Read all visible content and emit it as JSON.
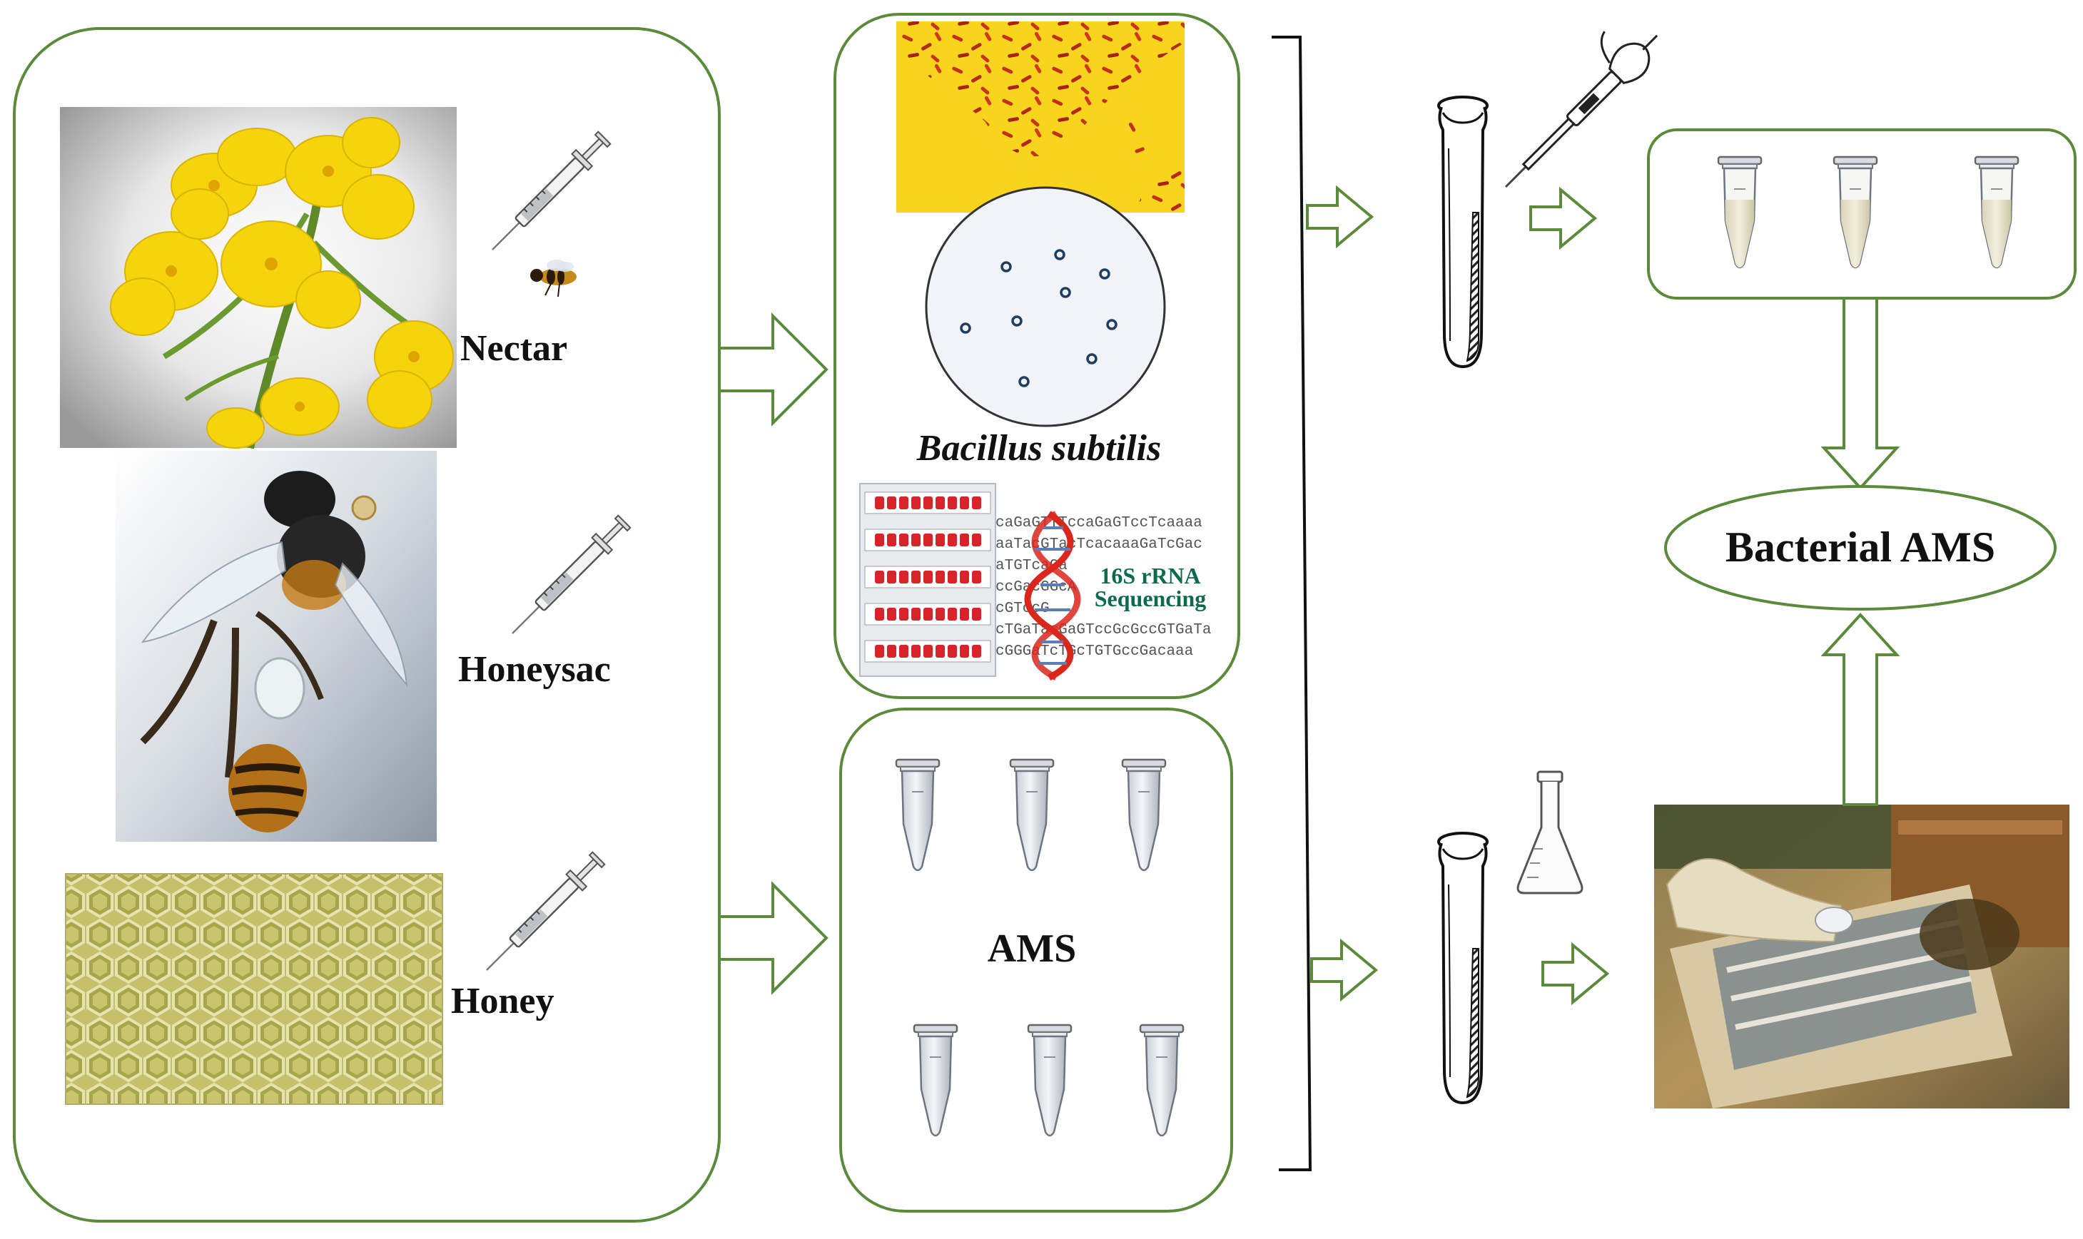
{
  "sources": {
    "nectar_label": "Nectar",
    "honeysac_label": "Honeysac",
    "honey_label": "Honey"
  },
  "isolation": {
    "species_label": "Bacillus subtilis",
    "sequencing_line1": "16S rRNA",
    "sequencing_line2": "Sequencing",
    "sequence_rows": [
      "caGaGTTTccaGaGTccTcaaaa",
      "aaTacGTacTcacaaaGaTcGac",
      "aTGTcaGa",
      "ccGacGGcA",
      "cGTccG",
      "cTGaTacGaGTccGcGccGTGaTa",
      "cGGGaTcTGcTGTGccGacaaa"
    ]
  },
  "ams_box": {
    "label": "AMS"
  },
  "result": {
    "label": "Bacterial AMS"
  },
  "colors": {
    "outline_green": "#5a8a3a",
    "text_dark": "#111111",
    "seq_text_green": "#0e6b4a",
    "dna_red": "#d9271c",
    "gram_yellow": "#f7d51c",
    "flower_yellow": "#f5d40e"
  }
}
